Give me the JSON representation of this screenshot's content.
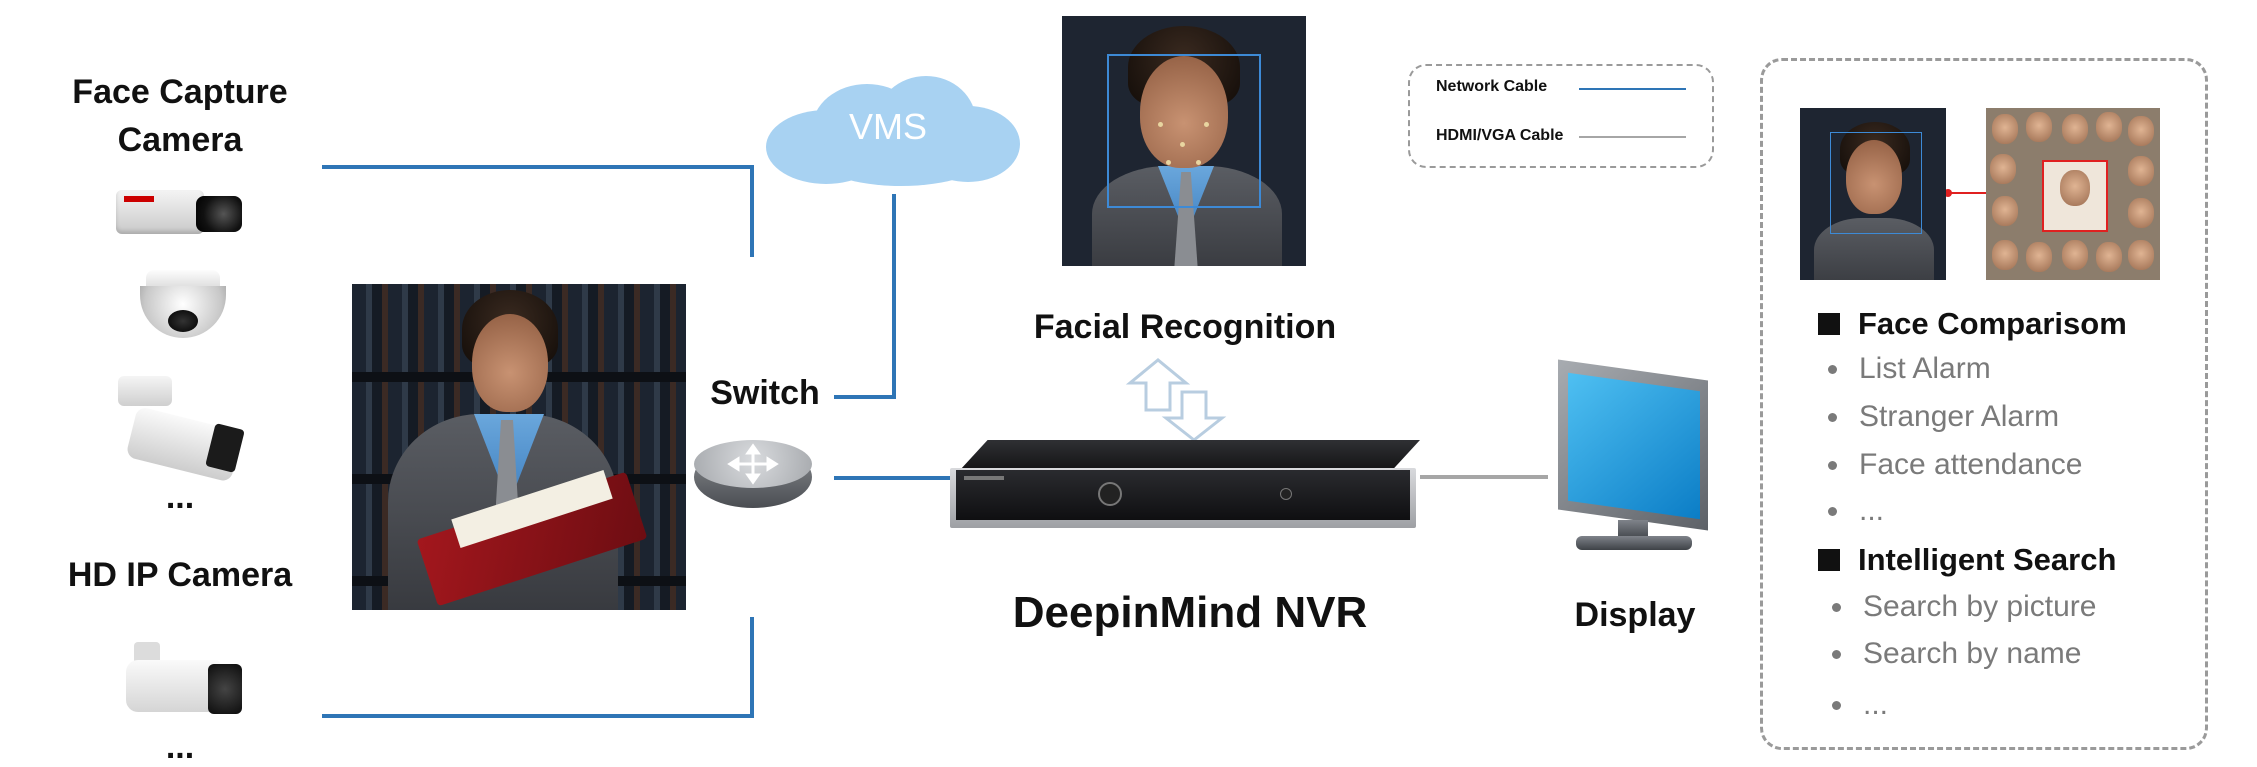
{
  "labels": {
    "face_capture_camera_line1": "Face Capture",
    "face_capture_camera_line2": "Camera",
    "cameras_more": "...",
    "hd_ip_camera": "HD IP Camera",
    "hd_more": "...",
    "vms": "VMS",
    "switch": "Switch",
    "facial_recognition": "Facial Recognition",
    "nvr": "DeepinMind NVR",
    "display": "Display"
  },
  "legend": {
    "items": [
      {
        "label": "Network Cable",
        "color": "#2e75b6"
      },
      {
        "label": "HDMI/VGA Cable",
        "color": "#a6a6a6"
      }
    ]
  },
  "features": {
    "face_comparison": {
      "title": "Face Comparisom",
      "items": [
        "List Alarm",
        "Stranger Alarm",
        "Face attendance",
        "..."
      ]
    },
    "intelligent_search": {
      "title": "Intelligent Search",
      "items": [
        "Search by picture",
        "Search by name",
        "..."
      ]
    }
  },
  "colors": {
    "network_cable": "#2e75b6",
    "hdmi_cable": "#a6a6a6",
    "cloud": "#a8d2f2",
    "match_highlight": "#e02020"
  },
  "icons": [
    "box-camera-icon",
    "dome-camera-icon",
    "bullet-camera-icon",
    "hd-ip-camera-icon",
    "cloud-icon",
    "switch-icon",
    "nvr-icon",
    "monitor-icon",
    "exchange-arrows-icon"
  ]
}
